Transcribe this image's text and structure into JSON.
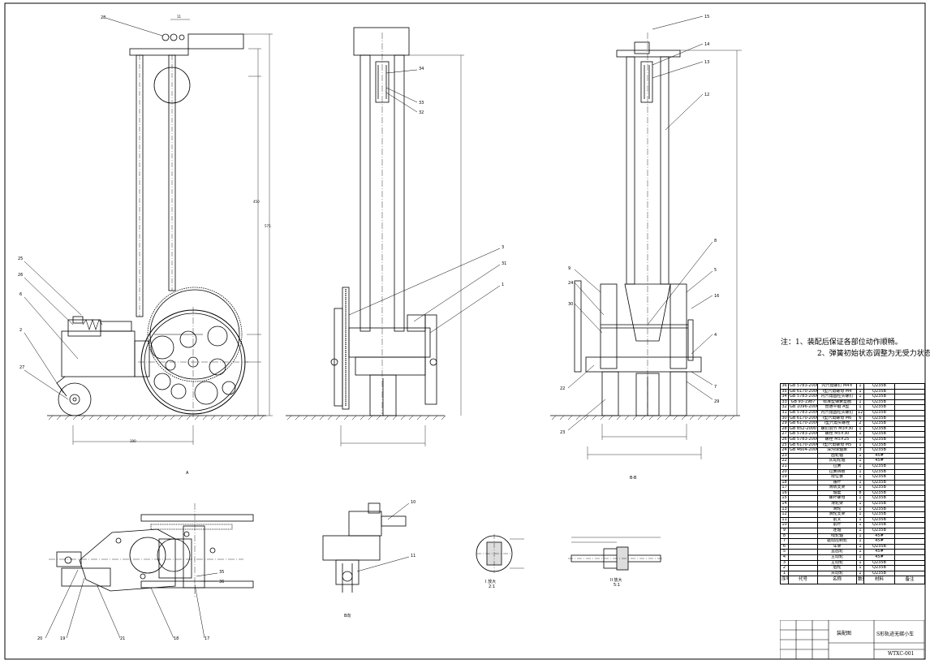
{
  "notes": {
    "line1": "注：1、装配后保证各部位动作顺畅。",
    "line2": "2、弹簧初始状态调整为无受力状态。"
  },
  "view_labels": {
    "front": "A",
    "side": "B-B",
    "bottom": "B向",
    "detail_i": "I 放大",
    "detail_i_scale": "2:1",
    "detail_ii": "II 放大",
    "detail_ii_scale": "5:1"
  },
  "balloons": {
    "front": [
      "28",
      "25",
      "26",
      "6",
      "2",
      "27"
    ],
    "side": [
      "34",
      "33",
      "32",
      "3",
      "31",
      "1"
    ],
    "right": [
      "15",
      "14",
      "13",
      "12",
      "9",
      "24",
      "30",
      "22",
      "23",
      "8",
      "5",
      "16",
      "4",
      "7",
      "29"
    ],
    "bottom": [
      "10",
      "11",
      "20",
      "19",
      "21",
      "18",
      "17",
      "35",
      "36"
    ]
  },
  "bom": {
    "rows": [
      {
        "no": "36",
        "code": "GB 5783-2000",
        "name": "内六角螺钉 M4×",
        "qty": "1",
        "mat": "Q235B"
      },
      {
        "no": "35",
        "code": "GB 6170-2000",
        "name": "I型六角螺母 M4",
        "qty": "1",
        "mat": "Q235B"
      },
      {
        "no": "34",
        "code": "GB 5783-2000",
        "name": "内六角圆柱头螺钉",
        "qty": "1",
        "mat": "Q235B"
      },
      {
        "no": "33",
        "code": "GB 93-1987",
        "name": "标准型弹簧垫圈",
        "qty": "1",
        "mat": "Q235B"
      },
      {
        "no": "32",
        "code": "GB 1096-2000",
        "name": "普通平键 A型",
        "qty": "1",
        "mat": "Q235B"
      },
      {
        "no": "31",
        "code": "GB 5783-2000",
        "name": "内六角圆柱头螺钉",
        "qty": "12",
        "mat": "Q235B"
      },
      {
        "no": "30",
        "code": "GB 6170-2000",
        "name": "I型六角螺母 M6",
        "qty": "6",
        "mat": "Q235B"
      },
      {
        "no": "29",
        "code": "GB 6170-2000",
        "name": "I型六角头螺栓",
        "qty": "2",
        "mat": "Q235B"
      },
      {
        "no": "28",
        "code": "GB 852-2000",
        "name": "螺钉调节 M3×30",
        "qty": "1",
        "mat": "Q235B"
      },
      {
        "no": "27",
        "code": "GB 5783-2000",
        "name": "螺栓 M5×30",
        "qty": "1",
        "mat": "Q235B"
      },
      {
        "no": "26",
        "code": "GB 5783-2000",
        "name": "螺栓 M5×25",
        "qty": "1",
        "mat": "Q235B"
      },
      {
        "no": "25",
        "code": "GB 6170-2000",
        "name": "I型六角螺母 M5",
        "qty": "1",
        "mat": "Q235B"
      },
      {
        "no": "24",
        "code": "GB 4604-2006",
        "name": "深沟球轴承",
        "qty": "3",
        "mat": "Q235B"
      },
      {
        "no": "23",
        "code": "",
        "name": "齿轮轴",
        "qty": "1",
        "mat": "45#"
      },
      {
        "no": "22",
        "code": "",
        "name": "从动轮轴",
        "qty": "1",
        "mat": "45#"
      },
      {
        "no": "21",
        "code": "",
        "name": "拉簧",
        "qty": "1",
        "mat": "Q235B"
      },
      {
        "no": "20",
        "code": "",
        "name": "拉簧挡板",
        "qty": "1",
        "mat": "Q235B"
      },
      {
        "no": "19",
        "code": "",
        "name": "限位板",
        "qty": "1",
        "mat": "Q235B"
      },
      {
        "no": "18",
        "code": "",
        "name": "摆杆",
        "qty": "1",
        "mat": "Q235B"
      },
      {
        "no": "17",
        "code": "",
        "name": "滑轨支架",
        "qty": "1",
        "mat": "Q235B"
      },
      {
        "no": "16",
        "code": "",
        "name": "轴套",
        "qty": "8",
        "mat": "Q235B"
      },
      {
        "no": "15",
        "code": "",
        "name": "螺杆螺母",
        "qty": "1",
        "mat": "Q235B"
      },
      {
        "no": "14",
        "code": "",
        "name": "滑轮架",
        "qty": "1",
        "mat": "Q235B"
      },
      {
        "no": "13",
        "code": "",
        "name": "滑轮",
        "qty": "1",
        "mat": "Q235B"
      },
      {
        "no": "12",
        "code": "",
        "name": "滑轮支架",
        "qty": "1",
        "mat": "Q235B"
      },
      {
        "no": "11",
        "code": "",
        "name": "前叉",
        "qty": "1",
        "mat": "Q235B"
      },
      {
        "no": "10",
        "code": "",
        "name": "前杆",
        "qty": "1",
        "mat": "Q235B"
      },
      {
        "no": "9",
        "code": "",
        "name": "连轴",
        "qty": "1",
        "mat": "Q235B"
      },
      {
        "no": "8",
        "code": "",
        "name": "线轮轴",
        "qty": "1",
        "mat": "45#"
      },
      {
        "no": "7",
        "code": "",
        "name": "驱动控制轮",
        "qty": "1",
        "mat": "45#"
      },
      {
        "no": "6",
        "code": "",
        "name": "车架",
        "qty": "1",
        "mat": "Q235B"
      },
      {
        "no": "5",
        "code": "",
        "name": "直齿轮",
        "qty": "1",
        "mat": "45#"
      },
      {
        "no": "4",
        "code": "",
        "name": "主动轮",
        "qty": "1",
        "mat": "45#"
      },
      {
        "no": "3",
        "code": "",
        "name": "主动轮",
        "qty": "1",
        "mat": "Q235B"
      },
      {
        "no": "2",
        "code": "",
        "name": "后轮",
        "qty": "1",
        "mat": "Q235B"
      },
      {
        "no": "1",
        "code": "",
        "name": "从动轮",
        "qty": "1",
        "mat": "Q235B"
      }
    ],
    "header": {
      "no": "序号",
      "code": "代号",
      "name": "名称",
      "qty": "数量",
      "mat": "材料",
      "remark": "备注"
    }
  },
  "title_block": {
    "drawing_name": "装配图",
    "product": "S形轨迹无碳小车",
    "drawing_no": "WTXC-001"
  },
  "colors": {
    "line": "#000000",
    "background": "#ffffff"
  }
}
